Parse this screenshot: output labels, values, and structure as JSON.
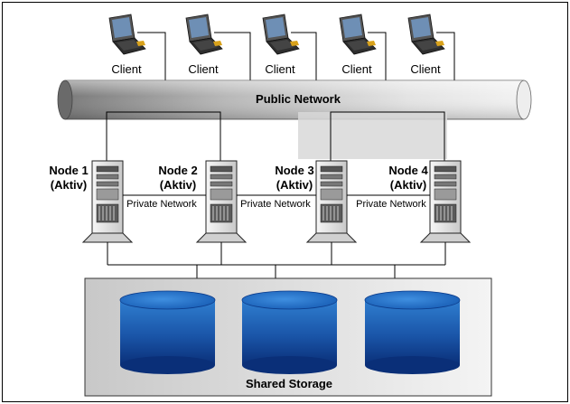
{
  "clients": [
    {
      "label": "Client"
    },
    {
      "label": "Client"
    },
    {
      "label": "Client"
    },
    {
      "label": "Client"
    },
    {
      "label": "Client"
    }
  ],
  "public_network": {
    "label": "Public Network"
  },
  "nodes": [
    {
      "name": "Node 1",
      "state": "(Aktiv)"
    },
    {
      "name": "Node 2",
      "state": "(Aktiv)"
    },
    {
      "name": "Node 3",
      "state": "(Aktiv)"
    },
    {
      "name": "Node 4",
      "state": "(Aktiv)"
    }
  ],
  "private_networks": [
    {
      "label": "Private Network"
    },
    {
      "label": "Private Network"
    },
    {
      "label": "Private Network"
    }
  ],
  "storage": {
    "label": "Shared Storage",
    "disk_count": 3
  },
  "colors": {
    "frame": "#000000",
    "storage_panel": "#eeeeee",
    "disk_top": "#1f6fc0",
    "disk_body_dark": "#0a3a85",
    "tower": "#e6e6e6",
    "laptop": "#3a3a3a"
  },
  "icons": [
    "laptop-icon",
    "server-tower-icon",
    "disk-cylinder-icon",
    "network-pipe-icon"
  ]
}
